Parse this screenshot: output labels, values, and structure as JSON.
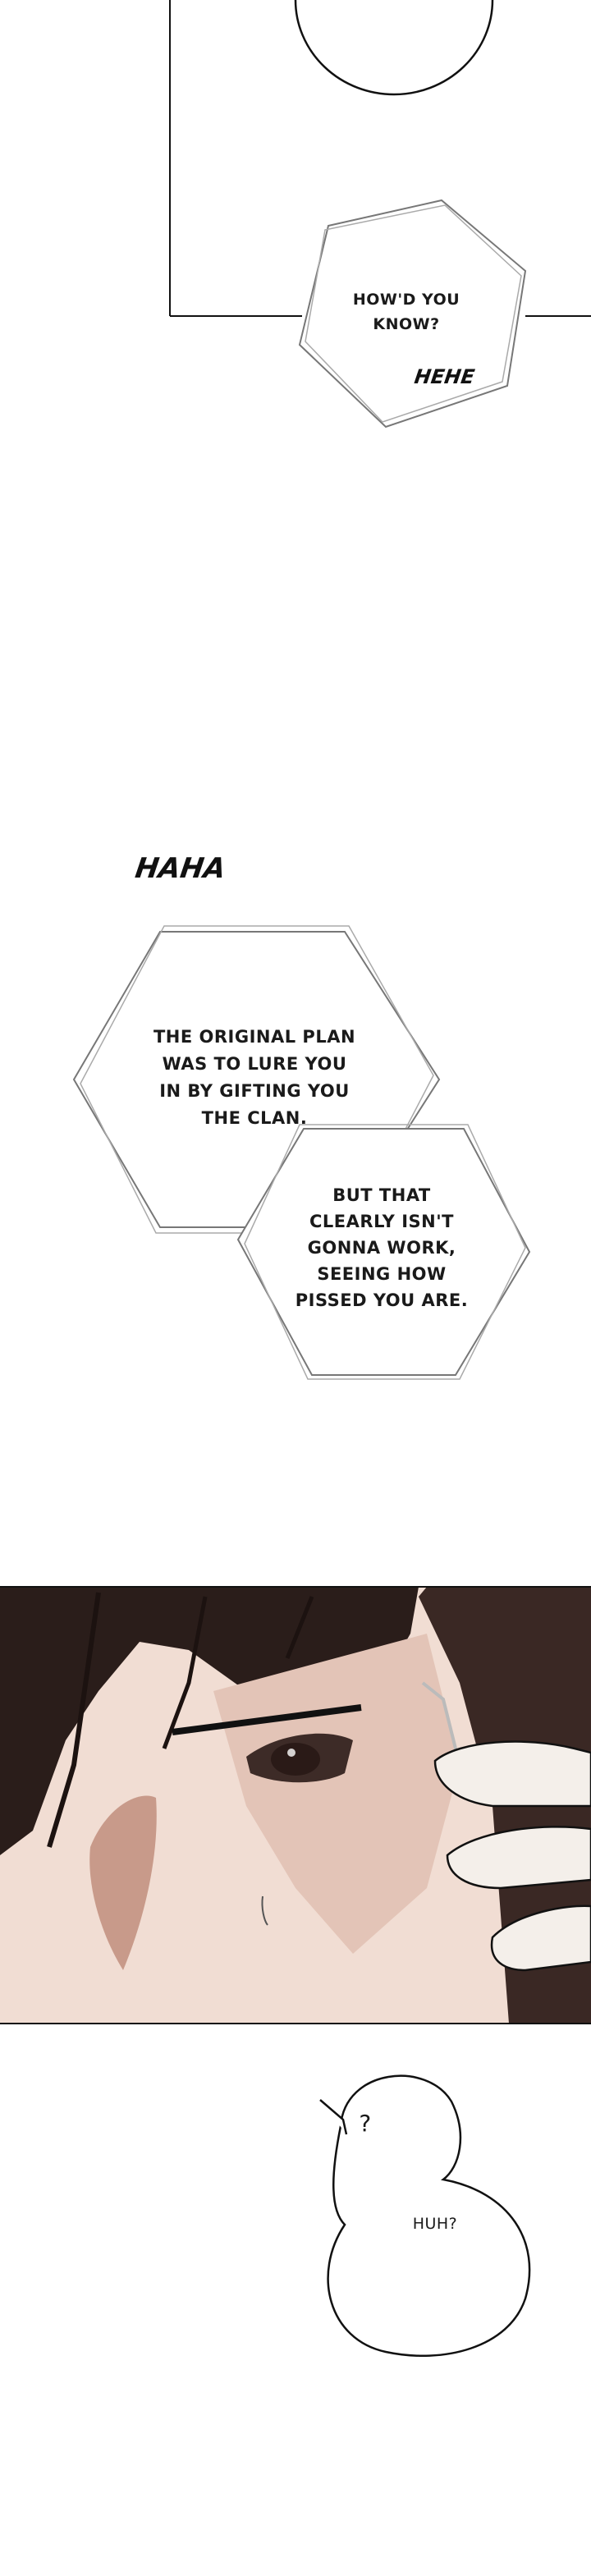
{
  "panels": {
    "top": {
      "bubble_text": "HOW'D YOU\nKNOW?",
      "sfx": "HEHE"
    },
    "middle": {
      "sfx": "HAHA",
      "bubble_one": "THE ORIGINAL PLAN\nWAS TO LURE YOU\nIN BY GIFTING YOU\nTHE CLAN.",
      "bubble_two": "BUT THAT\nCLEARLY ISN'T\nGONNA WORK,\nSEEING HOW\nPISSED YOU ARE."
    },
    "bottom": {
      "bubble_question": "?",
      "bubble_huh": "HUH?"
    }
  },
  "colors": {
    "ink": "#111111",
    "hair": "#2a1d1a",
    "skin": "#f1ddd3",
    "phone": "#3a2824",
    "hand": "#f4efea",
    "blush": "#c89a8a"
  }
}
